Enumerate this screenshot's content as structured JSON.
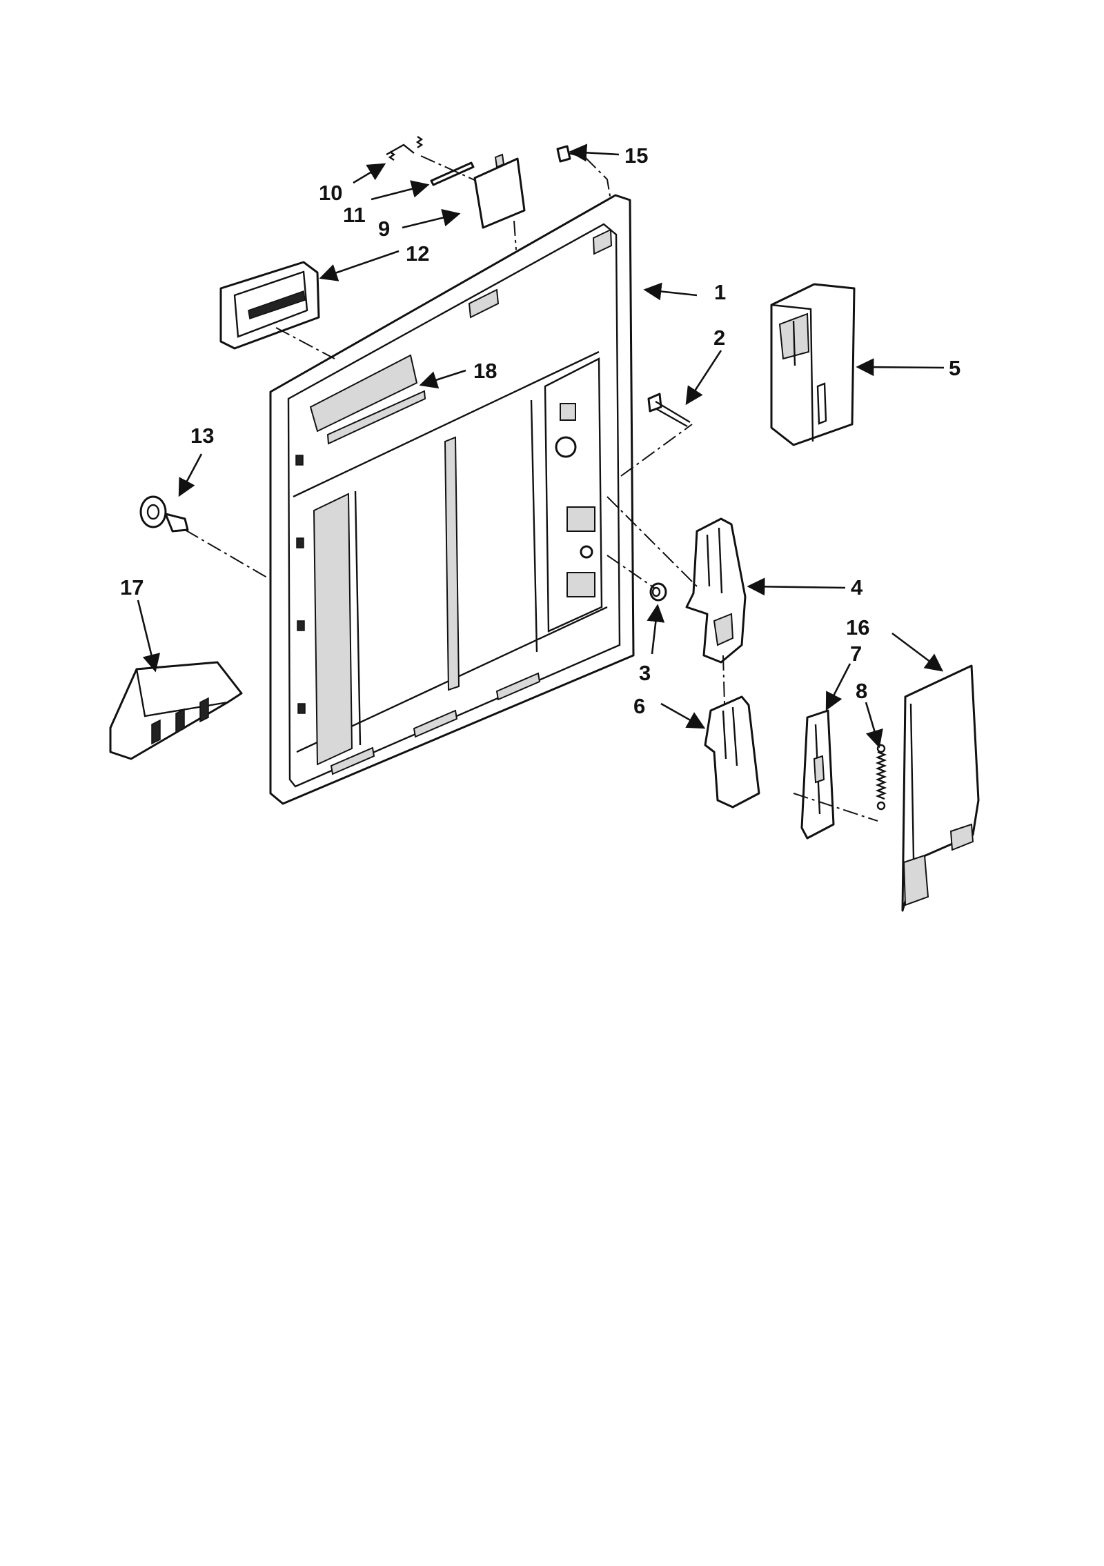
{
  "callouts": [
    {
      "id": "1",
      "label": "1"
    },
    {
      "id": "2",
      "label": "2"
    },
    {
      "id": "3",
      "label": "3"
    },
    {
      "id": "4",
      "label": "4"
    },
    {
      "id": "5",
      "label": "5"
    },
    {
      "id": "6",
      "label": "6"
    },
    {
      "id": "7",
      "label": "7"
    },
    {
      "id": "8",
      "label": "8"
    },
    {
      "id": "9",
      "label": "9"
    },
    {
      "id": "10",
      "label": "10"
    },
    {
      "id": "11",
      "label": "11"
    },
    {
      "id": "12",
      "label": "12"
    },
    {
      "id": "13",
      "label": "13"
    },
    {
      "id": "15",
      "label": "15"
    },
    {
      "id": "16",
      "label": "16"
    },
    {
      "id": "17",
      "label": "17"
    },
    {
      "id": "18",
      "label": "18"
    }
  ]
}
